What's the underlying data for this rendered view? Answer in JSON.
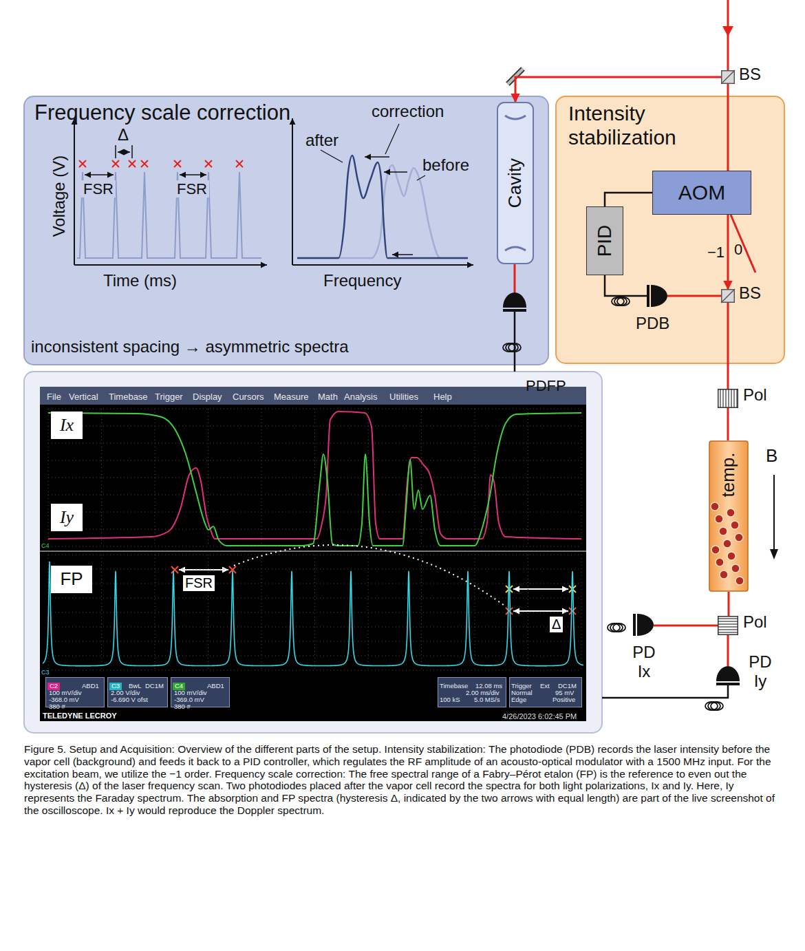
{
  "diagram": {
    "caption": "Figure 5. Setup and Acquisition: Overview of the different parts of the setup. Intensity stabilization: The photodiode (PDB) records the laser intensity before the vapor cell (background) and feeds it back to a PID controller, which regulates the RF amplitude of an acousto-optical modulator with a 1500 MHz input. For the excitation beam, we utilize the −1 order. Frequency scale correction: The free spectral range of a Fabry–Pérot etalon (FP) is the reference to even out the hysteresis (Δ) of the laser frequency scan. Two photodiodes placed after the vapor cell record the spectra for both light polarizations, Ix and Iy. Here, Iy represents the Faraday spectrum. The absorption and FP spectra (hysteresis Δ, indicated by the two arrows with equal length) are part of the live screenshot of the oscilloscope. Ix + Iy would reproduce the Doppler spectrum.",
    "nodes": [
      {
        "text": [
          "BS"
        ]
      },
      {
        "text": [
          "Frequency scale correction",
          "inconsistent spacing → asymmetric spectra"
        ]
      },
      {
        "text": [
          "Cavity"
        ]
      },
      {
        "text": [
          "Intensity stabilization"
        ]
      },
      {
        "text": [
          "AOM"
        ],
        "in": 3
      },
      {
        "text": [
          "PID"
        ],
        "in": 3
      },
      {
        "text": [
          "BS"
        ],
        "in": 3
      },
      {
        "text": [
          "PDB"
        ],
        "in": 3
      },
      {
        "text": [
          "PDFP"
        ]
      },
      {
        "text": [
          "TELEDYNE LECROY",
          "4/26/2023 6:02:45 PM"
        ]
      },
      {
        "text": [
          "Ix"
        ],
        "in": 9
      },
      {
        "text": [
          "Iy"
        ],
        "in": 9
      },
      {
        "text": [
          "FP"
        ],
        "in": 9
      },
      {
        "text": [
          "C2",
          "ABD1",
          "100 mV/div",
          "-368.0 mV",
          "380 #"
        ],
        "in": 9
      },
      {
        "text": [
          "C3",
          "BwL",
          "DC1M",
          "2.00 V/div",
          "-6.690 V ofst"
        ],
        "in": 9
      },
      {
        "text": [
          "C4",
          "ABD1",
          "100 mV/div",
          "-369.0 mV",
          "380 #"
        ],
        "in": 9
      },
      {
        "text": [
          "Timebase",
          "12.08 ms",
          "2.00 ms/div",
          "100 kS",
          "5.0 MS/s"
        ],
        "in": 9
      },
      {
        "text": [
          "Trigger",
          "Ext",
          "DC1M",
          "Normal",
          "95 mV",
          "Edge",
          "Positive"
        ],
        "in": 9
      },
      {
        "text": [
          "Pol"
        ]
      },
      {
        "text": [
          "temp."
        ]
      },
      {
        "text": [
          "Pol"
        ]
      },
      {
        "text": [
          "PD Ix"
        ]
      },
      {
        "text": [
          "PD Iy"
        ]
      }
    ],
    "edges": [
      {
        "from": 0,
        "to": 2,
        "arrow": "to"
      },
      {
        "from": 0,
        "to": 4,
        "arrow": "none"
      },
      {
        "from": 4,
        "to": 6,
        "label": "−1",
        "arrow": "to"
      },
      {
        "from": 6,
        "to": 7,
        "arrow": "none"
      },
      {
        "from": 7,
        "to": 5,
        "arrow": "none"
      },
      {
        "from": 5,
        "to": 4,
        "arrow": "none"
      },
      {
        "from": 2,
        "to": 8,
        "arrow": "none"
      },
      {
        "from": 8,
        "to": 9,
        "arrow": "none"
      },
      {
        "from": 6,
        "to": 18,
        "arrow": "none"
      },
      {
        "from": 18,
        "to": 19,
        "arrow": "none"
      },
      {
        "from": 19,
        "to": 20,
        "arrow": "none"
      },
      {
        "from": 20,
        "to": 21,
        "arrow": "none"
      },
      {
        "from": 20,
        "to": 22,
        "arrow": "none"
      },
      {
        "from": 22,
        "to": 9,
        "arrow": "none"
      }
    ],
    "labels": [
      "Voltage (V)",
      "Time (ms)",
      "FSR",
      "FSR",
      "Δ",
      "Frequency",
      "after",
      "correction",
      "before",
      "0",
      "B",
      "File",
      "Vertical",
      "Timebase",
      "Trigger",
      "Display",
      "Cursors",
      "Measure",
      "Math",
      "Analysis",
      "Utilities",
      "Help",
      "C4",
      "C3",
      "FSR",
      "Δ"
    ]
  }
}
